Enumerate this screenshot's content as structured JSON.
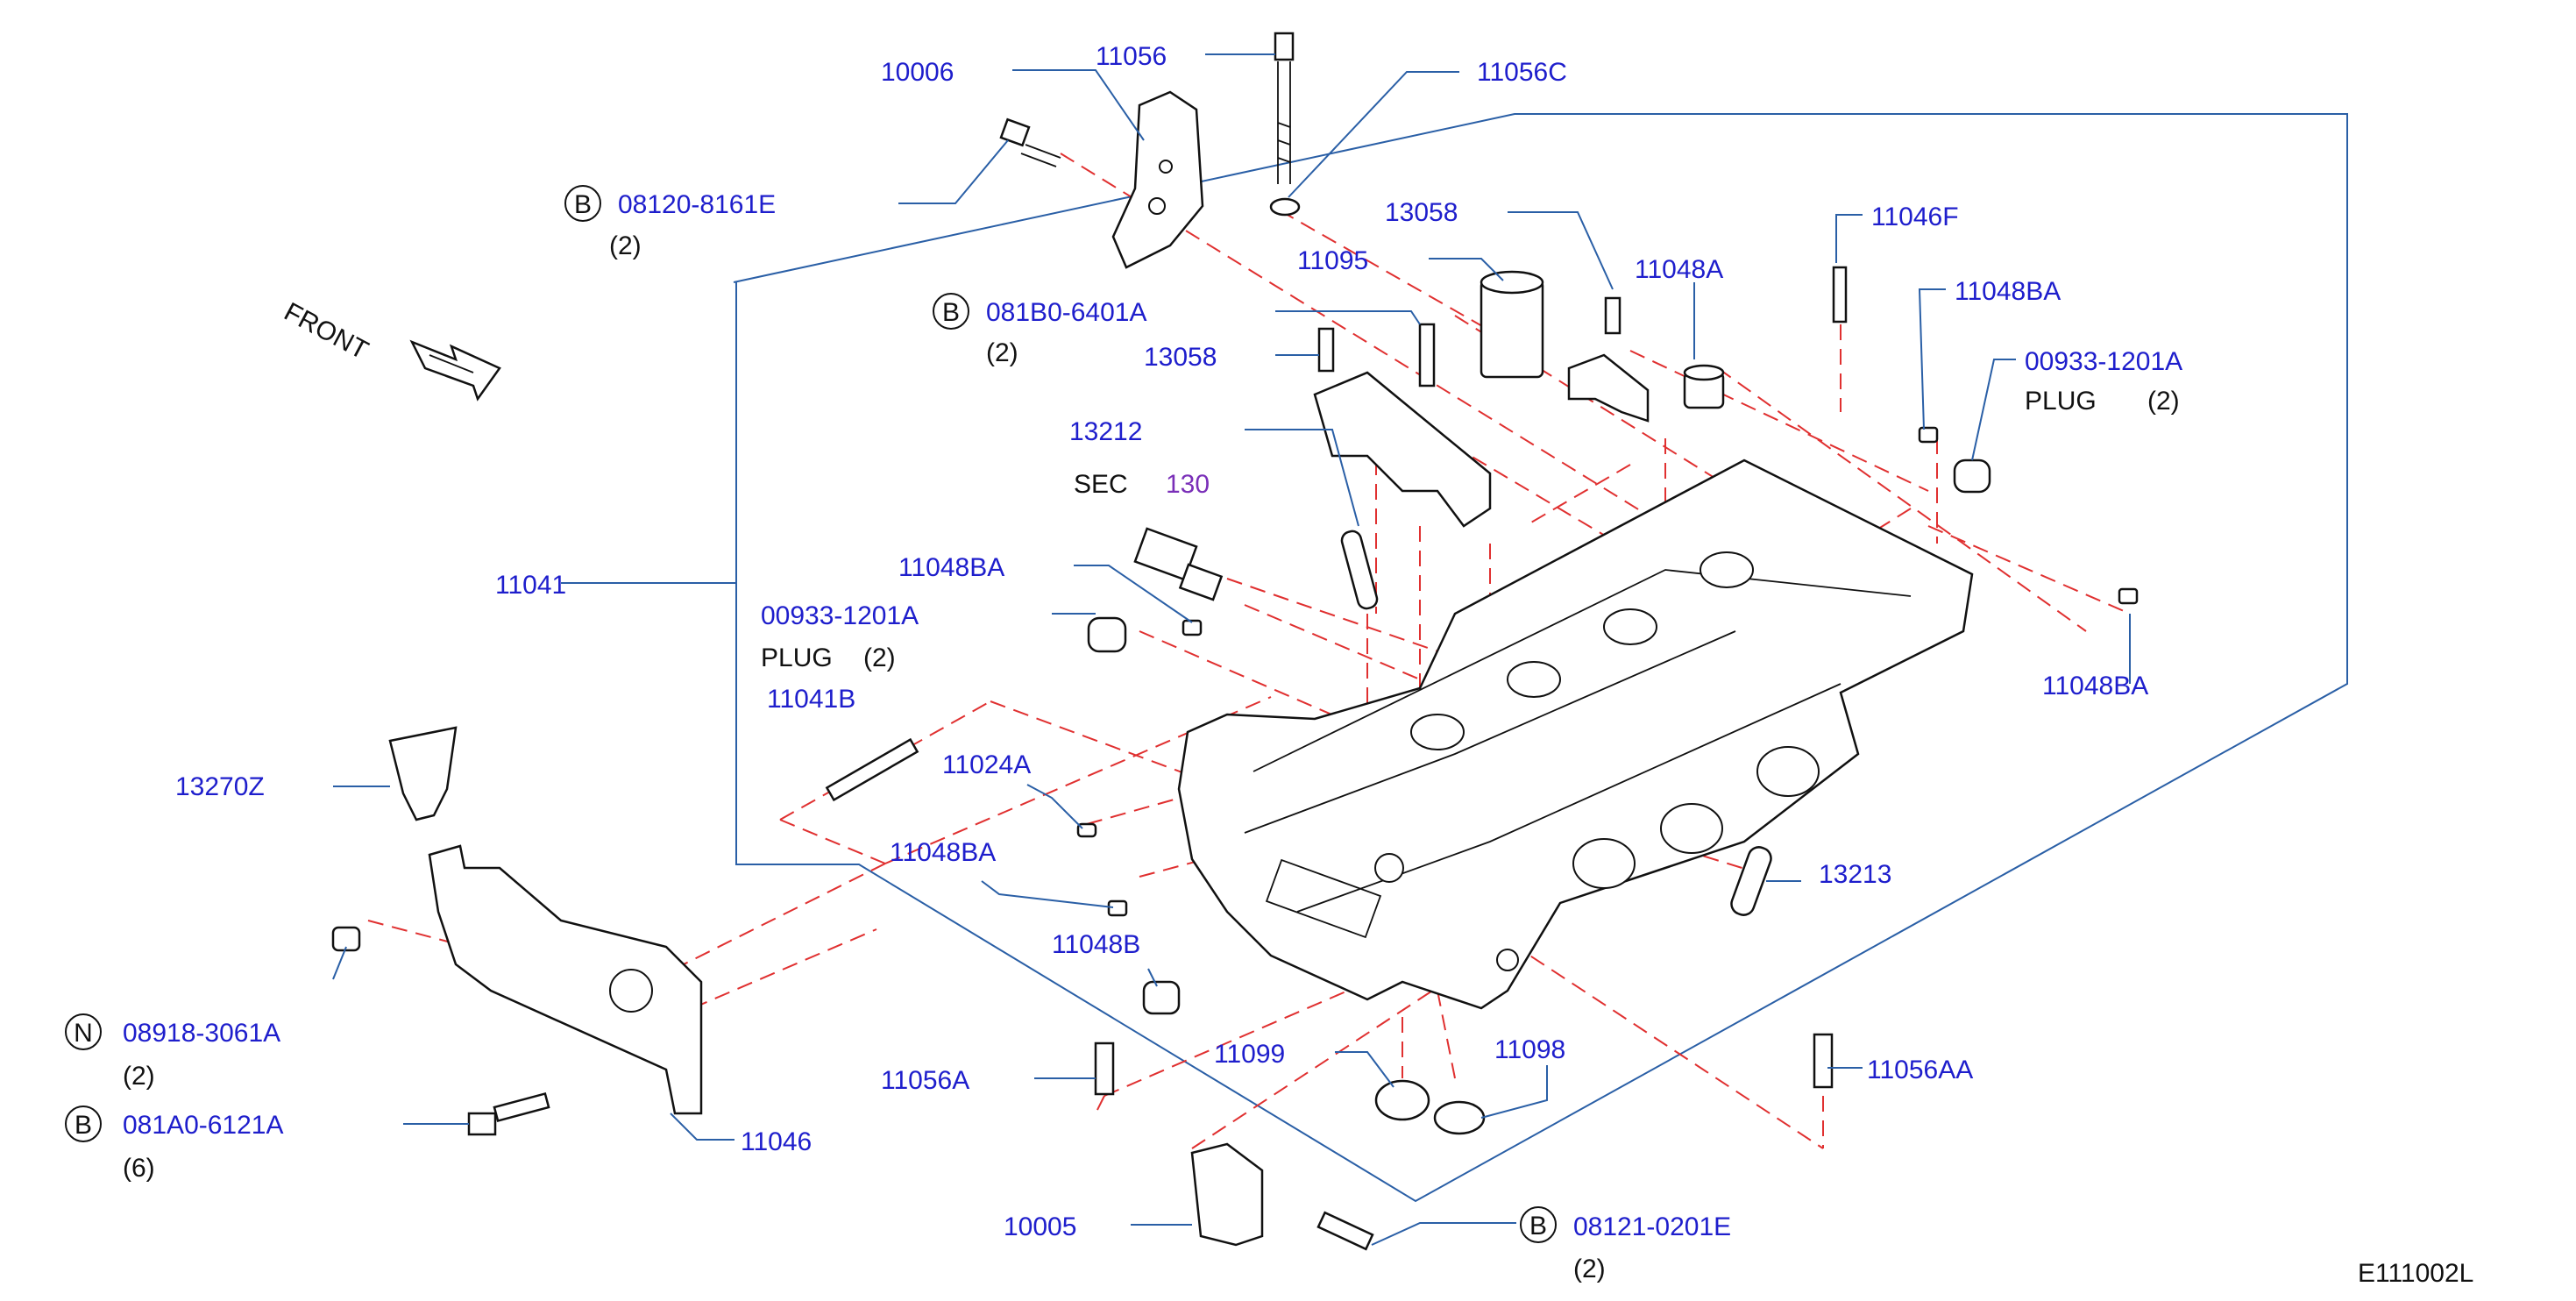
{
  "diagram": {
    "code": "E111002L",
    "front_label": "FRONT",
    "plug_text": "PLUG",
    "sec_text": "SEC",
    "sec_number": "130",
    "parts": [
      {
        "id": "p10006",
        "number": "10006"
      },
      {
        "id": "p11056",
        "number": "11056"
      },
      {
        "id": "p11056C",
        "number": "11056C"
      },
      {
        "id": "p08120",
        "prefix": "B",
        "number": "08120-8161E",
        "qty": "(2)"
      },
      {
        "id": "p13058a",
        "number": "13058"
      },
      {
        "id": "p11095",
        "number": "11095"
      },
      {
        "id": "p11048A",
        "number": "11048A"
      },
      {
        "id": "p11046F",
        "number": "11046F"
      },
      {
        "id": "p081B0",
        "prefix": "B",
        "number": "081B0-6401A",
        "qty": "(2)"
      },
      {
        "id": "p13058b",
        "number": "13058"
      },
      {
        "id": "p11048BA_r1",
        "number": "11048BA"
      },
      {
        "id": "p00933_r",
        "number": "00933-1201A",
        "qty": "(2)"
      },
      {
        "id": "p13212",
        "number": "13212"
      },
      {
        "id": "p11041",
        "number": "11041"
      },
      {
        "id": "p11048BA_l1",
        "number": "11048BA"
      },
      {
        "id": "p00933_l",
        "number": "00933-1201A",
        "qty": "(2)"
      },
      {
        "id": "p11048BA_r2",
        "number": "11048BA"
      },
      {
        "id": "p11041B",
        "number": "11041B"
      },
      {
        "id": "p11024A",
        "number": "11024A"
      },
      {
        "id": "p13270Z",
        "number": "13270Z"
      },
      {
        "id": "p11048BA_l2",
        "number": "11048BA"
      },
      {
        "id": "p13213",
        "number": "13213"
      },
      {
        "id": "p11048B",
        "number": "11048B"
      },
      {
        "id": "p08918",
        "prefix": "N",
        "number": "08918-3061A",
        "qty": "(2)"
      },
      {
        "id": "p11099",
        "number": "11099"
      },
      {
        "id": "p11098",
        "number": "11098"
      },
      {
        "id": "p11056A",
        "number": "11056A"
      },
      {
        "id": "p11056AA",
        "number": "11056AA"
      },
      {
        "id": "p081A0",
        "prefix": "B",
        "number": "081A0-6121A",
        "qty": "(6)"
      },
      {
        "id": "p11046",
        "number": "11046"
      },
      {
        "id": "p10005",
        "number": "10005"
      },
      {
        "id": "p08121",
        "prefix": "B",
        "number": "08121-0201E",
        "qty": "(2)"
      }
    ]
  }
}
